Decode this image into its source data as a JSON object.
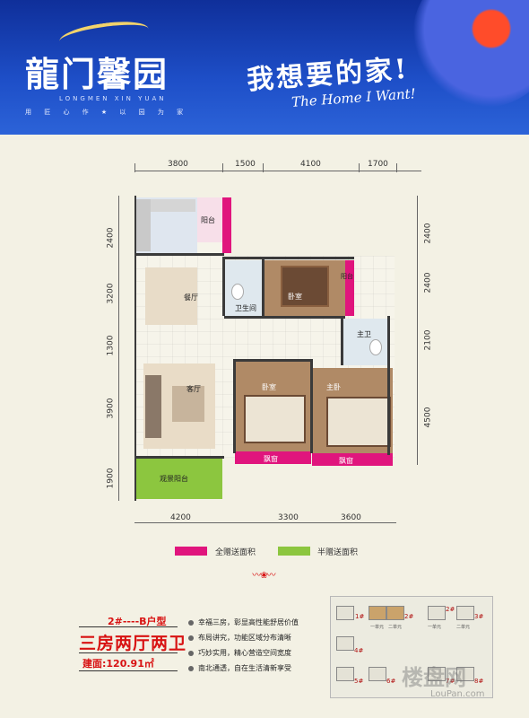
{
  "brand": {
    "name_cn": "龍门馨园",
    "name_pinyin": "LONGMEN XIN YUAN",
    "tagline": "用 匠 心 作 ★ 以 园 为 家"
  },
  "slogan": {
    "cn": "我想要的家!",
    "en": "The Home I Want!"
  },
  "dimensions": {
    "top": [
      "3800",
      "1500",
      "4100",
      "1700"
    ],
    "left": [
      "2400",
      "3200",
      "1300",
      "3900",
      "1900"
    ],
    "right": [
      "2400",
      "2400",
      "2100",
      "4500"
    ],
    "bottom": [
      "4200",
      "3300",
      "3600"
    ]
  },
  "rooms": {
    "dining": "餐厅",
    "living": "客厅",
    "bathroom": "卫生间",
    "bedroom_top": "卧室",
    "master_bath": "主卫",
    "bedroom": "卧室",
    "master_bedroom": "主卧",
    "balcony": "观景阳台",
    "window1": "飘窗",
    "window2": "飘窗",
    "kitchen_bal": "阳台",
    "side_bal": "阳台"
  },
  "legend": {
    "full": {
      "label": "全赠送面积",
      "color": "#e0157d"
    },
    "half": {
      "label": "半赠送面积",
      "color": "#8cc63f"
    }
  },
  "unit": {
    "type": "2#----B户型",
    "title": "三房两厅两卫",
    "area": "建面:120.91㎡"
  },
  "features": [
    "幸福三房，彰显高性能舒居价值",
    "布局讲究，功能区域分布清晰",
    "巧妙实用，精心营造空间宽度",
    "南北通透，自在生活清新享受"
  ],
  "keyplan": {
    "labels": [
      "1#",
      "2#",
      "2#",
      "3#",
      "4#",
      "5#",
      "6#",
      "7#",
      "8#"
    ],
    "sublabels": [
      "一单元",
      "二单元",
      "一单元",
      "二单元"
    ]
  },
  "watermark": {
    "text": "楼盘网",
    "url": "LouPan.com"
  }
}
